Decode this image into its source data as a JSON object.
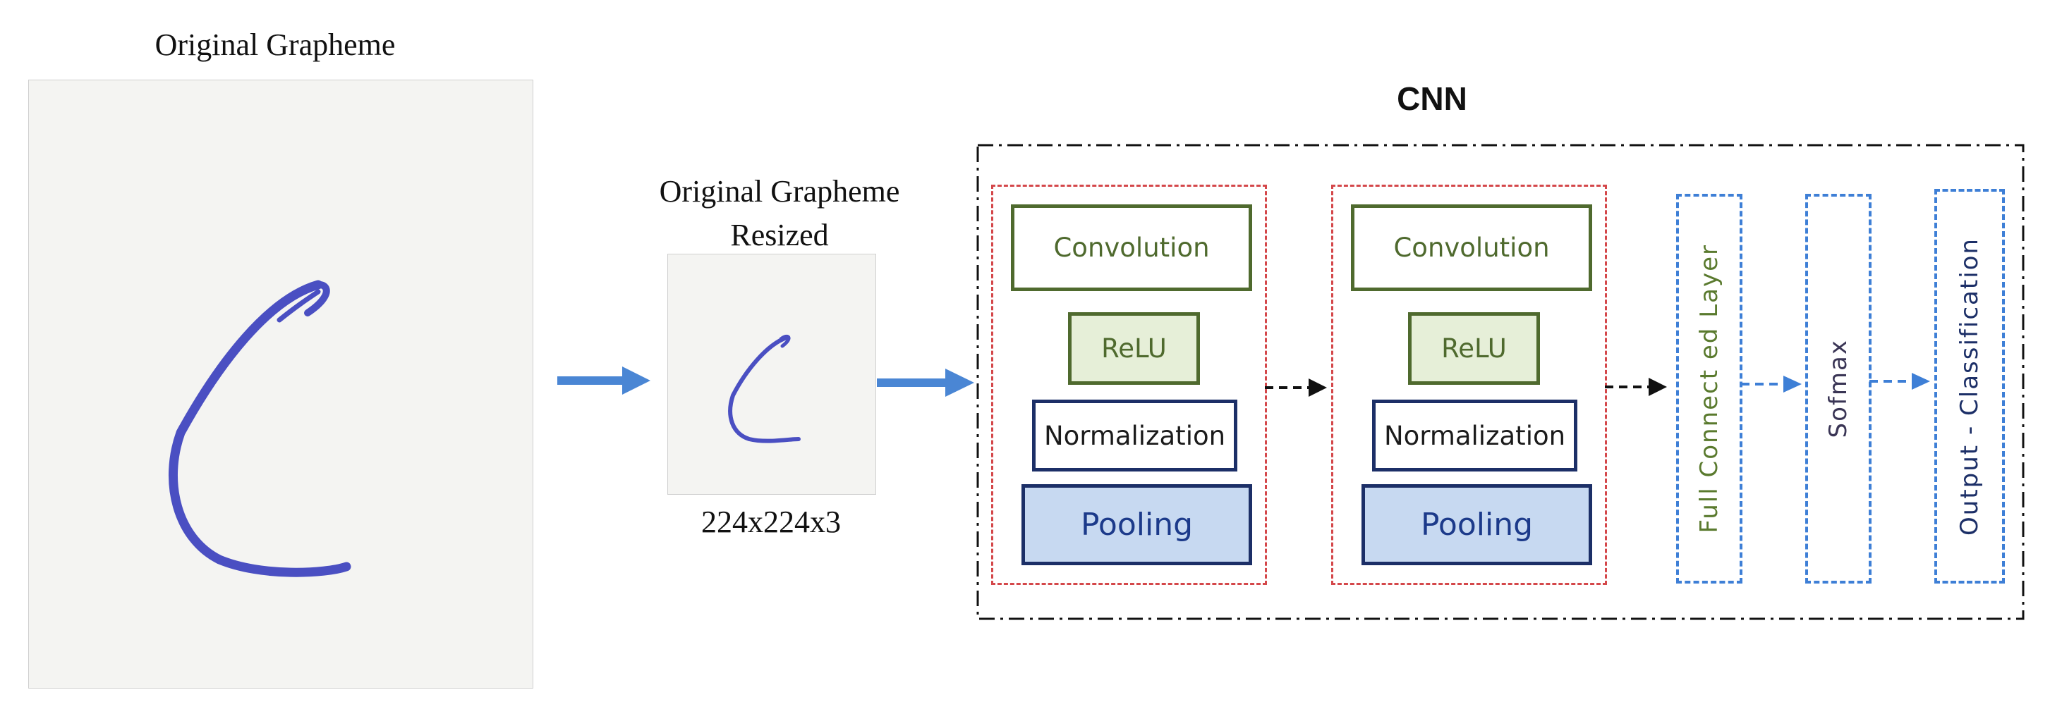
{
  "original": {
    "label": "Original Grapheme"
  },
  "resized": {
    "label_line1": "Original Grapheme",
    "label_line2": "Resized",
    "dimensions": "224x224x3"
  },
  "cnn": {
    "title": "CNN",
    "blocks": [
      {
        "convolution": "Convolution",
        "relu": "ReLU",
        "normalization": "Normalization",
        "pooling": "Pooling"
      },
      {
        "convolution": "Convolution",
        "relu": "ReLU",
        "normalization": "Normalization",
        "pooling": "Pooling"
      }
    ],
    "fully_connected": "Full  Connect ed  Layer",
    "softmax": "Sofmax",
    "output": "Output - Classification"
  },
  "colors": {
    "solid_arrow": "#4a86d4",
    "block_border": "#d4474a",
    "dense_border": "#3e7fd6",
    "conv_green": "#4f6a2e",
    "relu_fill": "#e6efd8",
    "navy": "#1c2f67",
    "pool_fill": "#c7d9f1",
    "ink_stroke": "#4a4fc2",
    "softmax_text": "#3a3555"
  }
}
